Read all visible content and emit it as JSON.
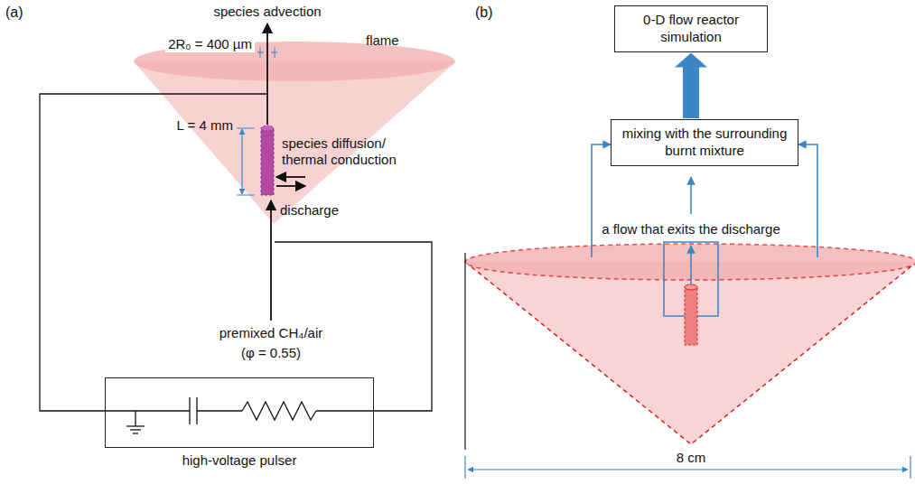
{
  "diagram": {
    "nodes": [
      {
        "text": [
          "high-voltage pulser"
        ]
      },
      {
        "text": [
          "0-D flow reactor simulation"
        ]
      },
      {
        "text": [
          "mixing with the surrounding burnt mixture"
        ]
      }
    ],
    "edges": [
      {
        "from": 2,
        "to": 1,
        "arrow": "to"
      }
    ],
    "labels": [
      "(a)",
      "species advection",
      "2R₀ = 400 µm",
      "flame",
      "L = 4 mm",
      "species diffusion/ thermal conduction",
      "discharge",
      "premixed CH₄/air",
      "(φ = 0.55)",
      "(b)",
      "a flow that exits the discharge",
      "8 cm"
    ]
  }
}
